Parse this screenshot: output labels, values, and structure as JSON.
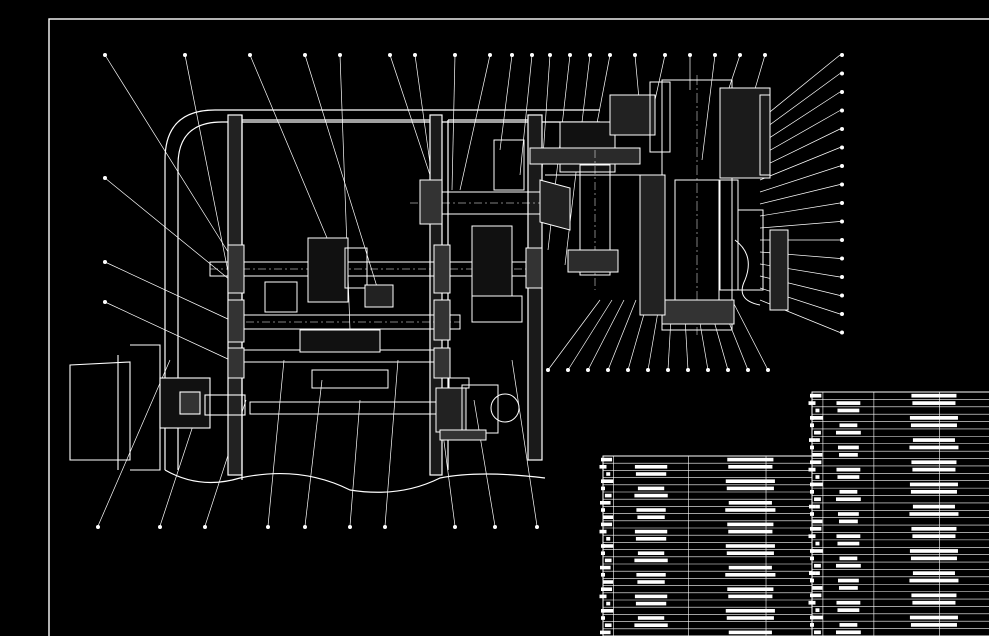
{
  "drawing": {
    "background": "#000000",
    "line_color": "#ffffff",
    "accent_color": "#d8d8d8"
  },
  "parts_list": {
    "rows_lower": 25,
    "rows_upper": 33,
    "columns_lower": 5,
    "columns_upper": 4
  }
}
